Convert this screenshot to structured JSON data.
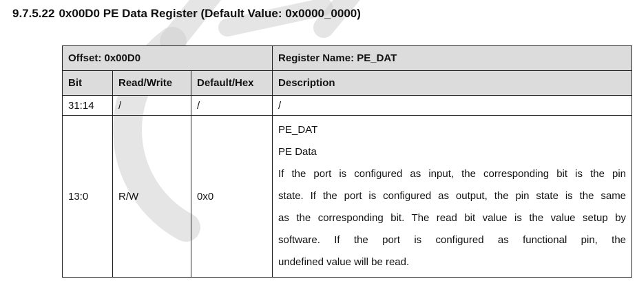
{
  "section": {
    "number": "9.7.5.22",
    "title": "0x00D0 PE Data Register (Default Value: 0x0000_0000)"
  },
  "register": {
    "offset_label": "Offset: 0x00D0",
    "name_label": "Register Name: PE_DAT",
    "columns": [
      "Bit",
      "Read/Write",
      "Default/Hex",
      "Description"
    ],
    "rows": [
      {
        "bit": "31:14",
        "rw": "/",
        "default": "/",
        "description": [
          "/"
        ]
      },
      {
        "bit": "13:0",
        "rw": "R/W",
        "default": "0x0",
        "description": [
          "PE_DAT",
          "PE Data",
          "If the port is configured as input, the corresponding bit is the pin",
          "state. If the port is configured as output, the pin state is the same",
          "as the corresponding bit. The read bit value is the value setup by",
          "software. If the port is configured as functional pin, the",
          "undefined value will be read."
        ]
      }
    ]
  },
  "watermark": {
    "icon": "company-logo-watermark",
    "color": "#c8c8c8"
  }
}
